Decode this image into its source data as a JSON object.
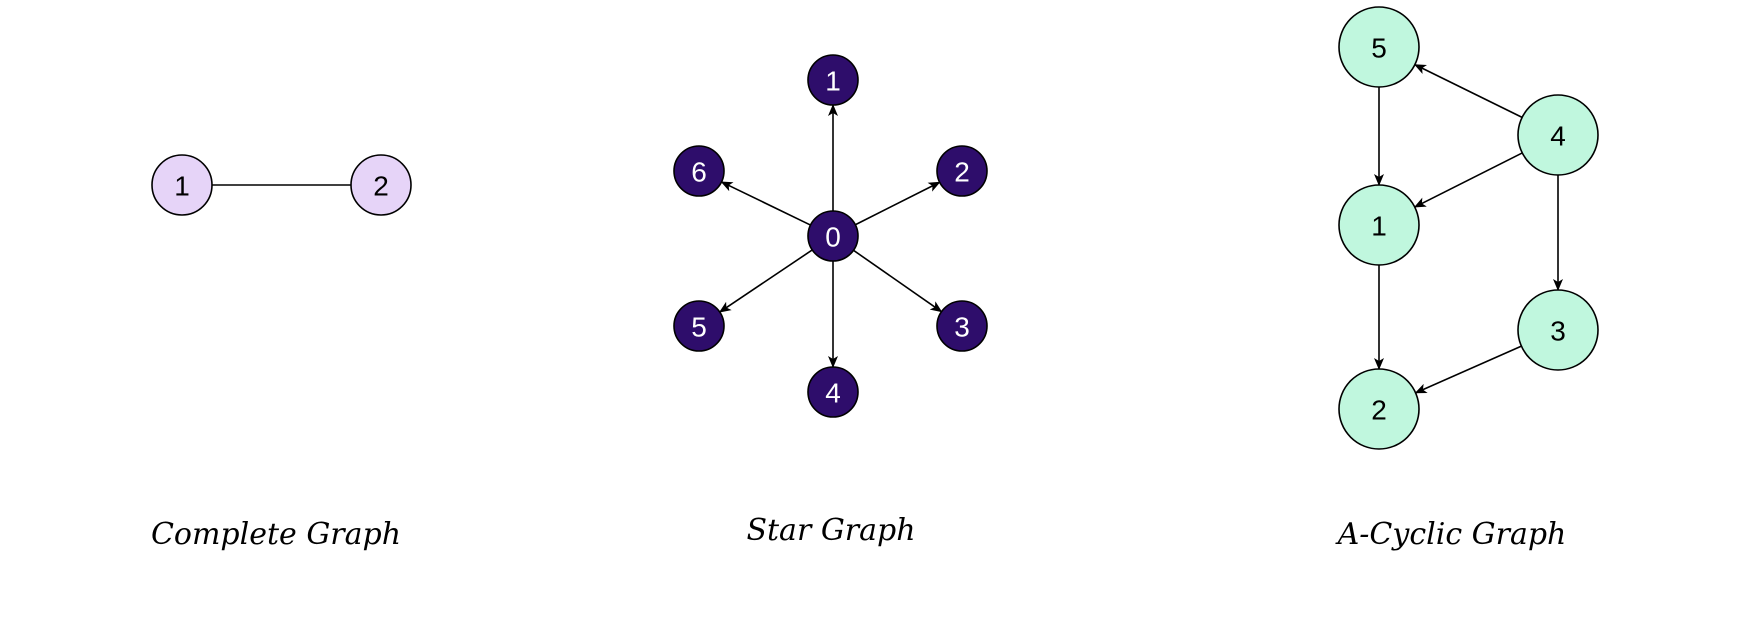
{
  "colors": {
    "complete_fill": "#e6d4f8",
    "star_fill": "#2e0d6b",
    "star_text": "#ffffff",
    "acyclic_fill": "#c0f7de",
    "stroke": "#000000",
    "text": "#000000"
  },
  "graphs": [
    {
      "id": "complete",
      "caption": "Complete Graph",
      "directed": false,
      "fill_key": "complete_fill",
      "text_key": "text",
      "nodes": [
        "1",
        "2"
      ],
      "edges": [
        [
          "1",
          "2"
        ]
      ]
    },
    {
      "id": "star",
      "caption": "Star Graph",
      "directed": true,
      "fill_key": "star_fill",
      "text_key": "star_text",
      "nodes": [
        "0",
        "1",
        "2",
        "3",
        "4",
        "5",
        "6"
      ],
      "edges": [
        [
          "0",
          "1"
        ],
        [
          "0",
          "2"
        ],
        [
          "0",
          "3"
        ],
        [
          "0",
          "4"
        ],
        [
          "0",
          "5"
        ],
        [
          "0",
          "6"
        ]
      ]
    },
    {
      "id": "acyclic",
      "caption": "A-Cyclic Graph",
      "directed": true,
      "fill_key": "acyclic_fill",
      "text_key": "text",
      "nodes": [
        "5",
        "4",
        "1",
        "3",
        "2"
      ],
      "edges": [
        [
          "4",
          "5"
        ],
        [
          "4",
          "1"
        ],
        [
          "4",
          "3"
        ],
        [
          "5",
          "1"
        ],
        [
          "1",
          "2"
        ],
        [
          "3",
          "2"
        ]
      ]
    }
  ]
}
